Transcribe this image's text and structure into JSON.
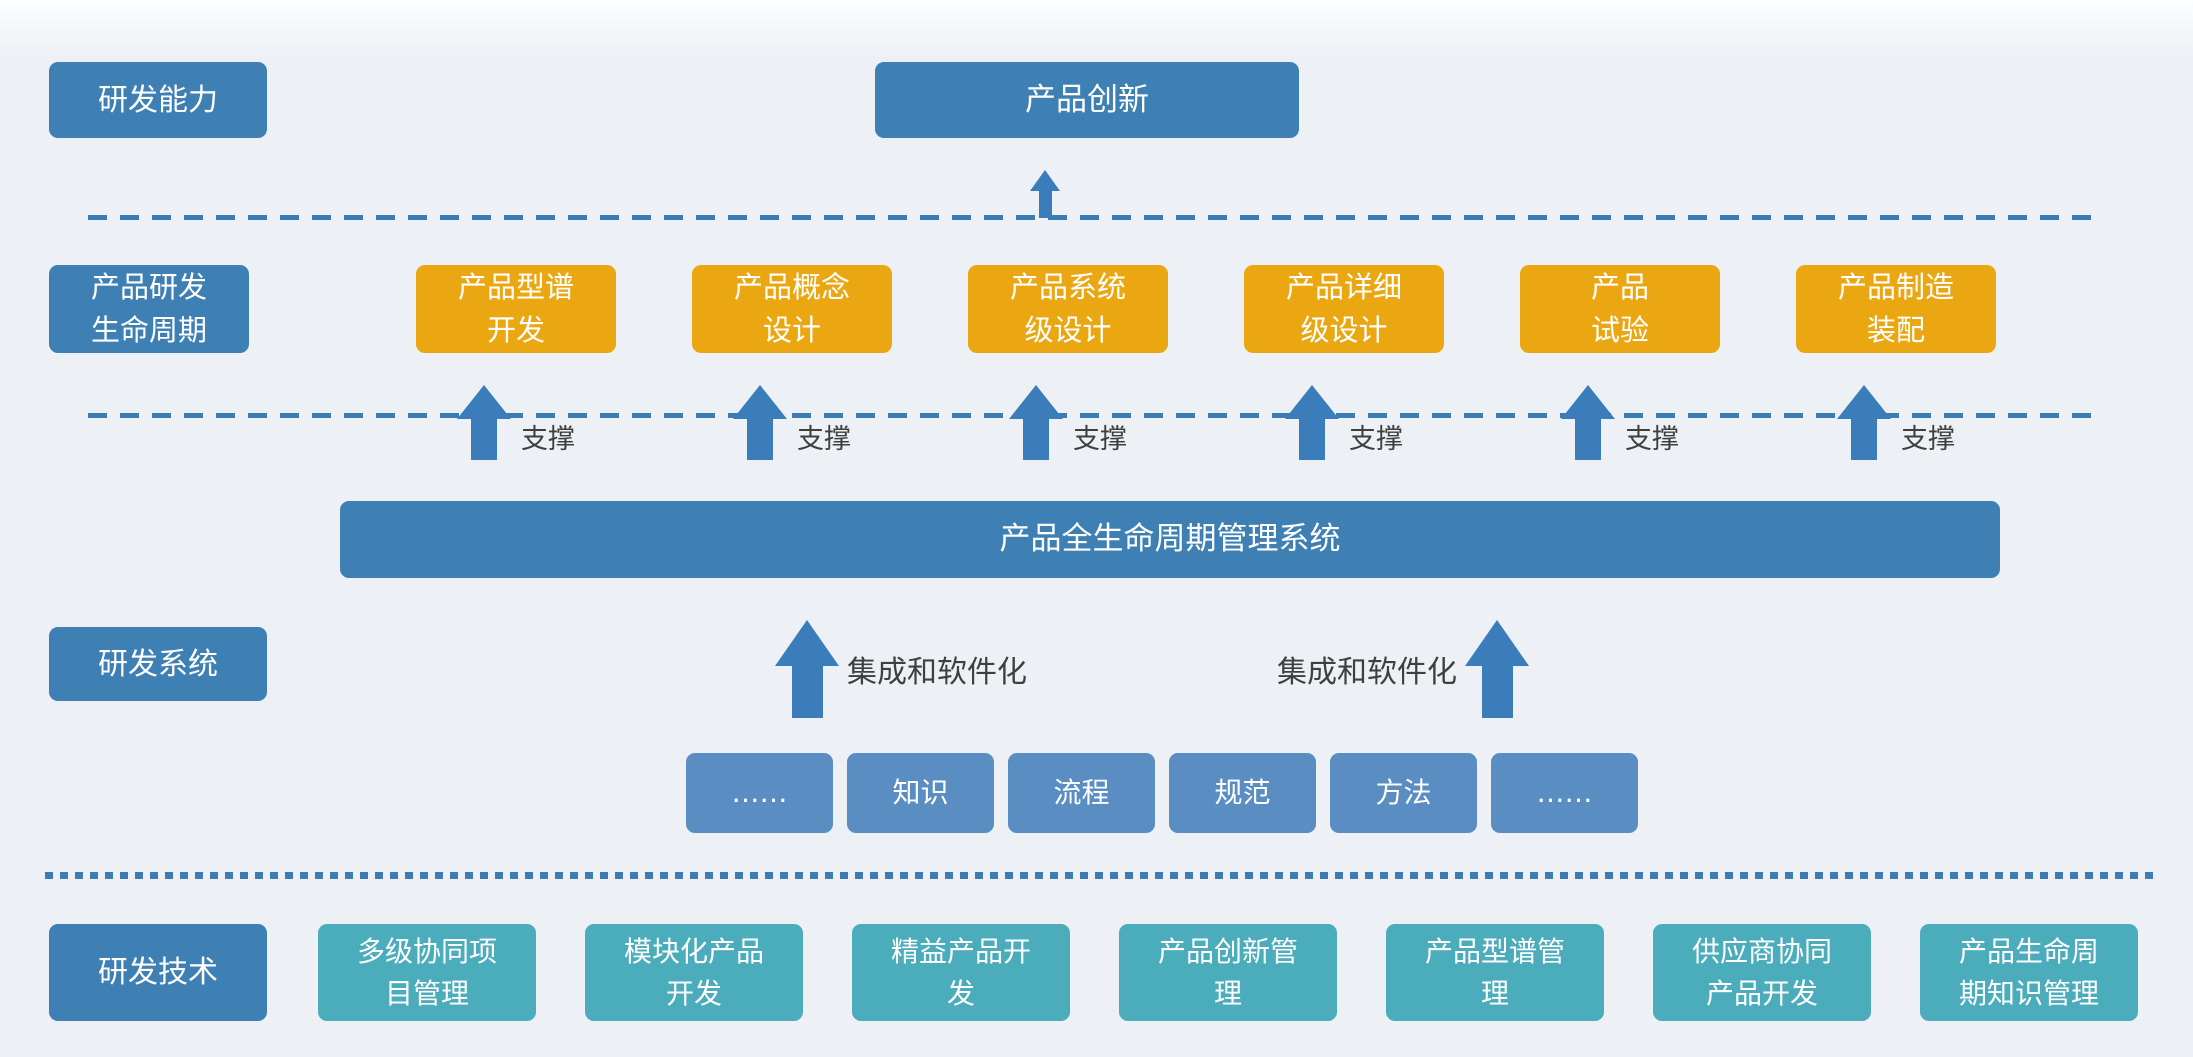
{
  "colors": {
    "background_top": "#FDFEFF",
    "background_base": "#EDF1F5",
    "steel_blue": "#3E80B4",
    "orange": "#EBA712",
    "light_blue": "#5A8DC2",
    "teal": "#4BADBB",
    "arrow_blue": "#3A7DBA",
    "divider_blue": "#3B7CB4",
    "annotation_text": "#3F3F3F"
  },
  "rows": {
    "capability": {
      "label": "研发能力",
      "main_box": "产品创新"
    },
    "lifecycle": {
      "label": "产品研发\n生命周期",
      "stages": [
        "产品型谱\n开发",
        "产品概念\n设计",
        "产品系统\n级设计",
        "产品详细\n级设计",
        "产品\n试验",
        "产品制造\n装配"
      ],
      "support_label": "支撑"
    },
    "system": {
      "label": "研发系统",
      "plm_bar": "产品全生命周期管理系统",
      "integration_label": "集成和软件化",
      "elements": [
        "……",
        "知识",
        "流程",
        "规范",
        "方法",
        "……"
      ]
    },
    "technology": {
      "label": "研发技术",
      "items": [
        "多级协同项\n目管理",
        "模块化产品\n开发",
        "精益产品开\n发",
        "产品创新管\n理",
        "产品型谱管\n理",
        "供应商协同\n产品开发",
        "产品生命周\n期知识管理"
      ]
    }
  }
}
